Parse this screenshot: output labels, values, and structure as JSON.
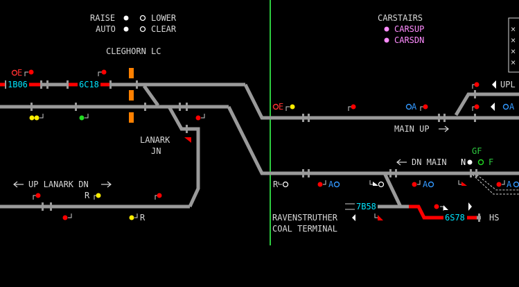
{
  "controls": {
    "raise": "RAISE",
    "lower": "LOWER",
    "auto": "AUTO",
    "clear": "CLEAR"
  },
  "crossing": {
    "name": "CLEGHORN LC"
  },
  "junction": {
    "line1": "LANARK",
    "line2": "JN"
  },
  "lines": {
    "up_lanark_dn": "UP LANARK DN",
    "main_up": "MAIN UP",
    "dn_main": "DN MAIN",
    "upl": "UPL"
  },
  "carstairs": {
    "title": "CARSTAIRS",
    "carsup": "CARSUP",
    "carsdn": "CARSDN"
  },
  "terminal": {
    "line1": "RAVENSTRUTHER",
    "line2": "COAL TERMINAL"
  },
  "headcodes": {
    "h1": "1B06",
    "h2": "6C18",
    "h3": "7B58",
    "h4": "6S78"
  },
  "markers": {
    "e": "E",
    "a": "A",
    "r": "R",
    "n": "N",
    "f": "F",
    "gf": "GF",
    "hs": "HS",
    "x": "×"
  },
  "colors": {
    "track_clear": "#9a9a9a",
    "track_occupied": "#ff0000",
    "headcode": "#00e5ff",
    "panel_divider": "#2ecc40",
    "crossing_barrier": "#ff8000",
    "route_button": "#ff8cff"
  }
}
